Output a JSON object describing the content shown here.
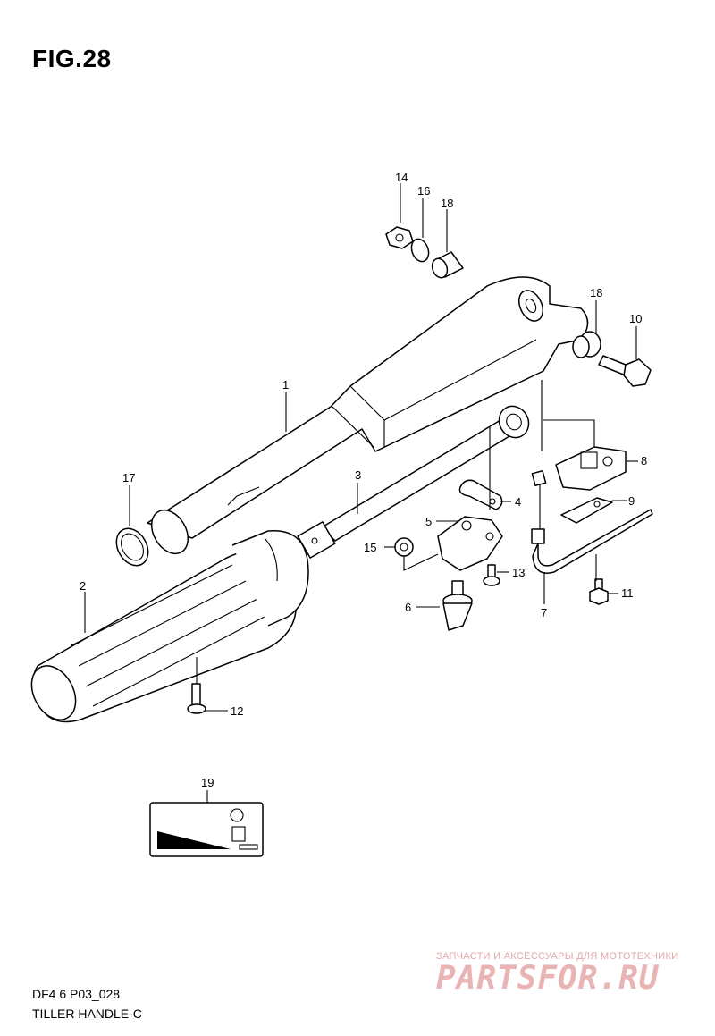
{
  "figure": {
    "title": "FIG.28",
    "code": "DF4 6 P03_028",
    "name": "TILLER HANDLE-C"
  },
  "callouts": [
    {
      "key": "c1",
      "label": "1"
    },
    {
      "key": "c2",
      "label": "2"
    },
    {
      "key": "c3",
      "label": "3"
    },
    {
      "key": "c4",
      "label": "4"
    },
    {
      "key": "c5",
      "label": "5"
    },
    {
      "key": "c6",
      "label": "6"
    },
    {
      "key": "c7",
      "label": "7"
    },
    {
      "key": "c8",
      "label": "8"
    },
    {
      "key": "c9",
      "label": "9"
    },
    {
      "key": "c10",
      "label": "10"
    },
    {
      "key": "c11",
      "label": "11"
    },
    {
      "key": "c12",
      "label": "12"
    },
    {
      "key": "c13",
      "label": "13"
    },
    {
      "key": "c14",
      "label": "14"
    },
    {
      "key": "c15",
      "label": "15"
    },
    {
      "key": "c16",
      "label": "16"
    },
    {
      "key": "c17",
      "label": "17"
    },
    {
      "key": "c18a",
      "label": "18"
    },
    {
      "key": "c18b",
      "label": "18"
    },
    {
      "key": "c19",
      "label": "19"
    }
  ],
  "watermark": {
    "tagline": "ЗАПЧАСТИ И АКСЕССУАРЫ ДЛЯ МОТОТЕХНИКИ",
    "brand": "PARTSFOR.RU",
    "color": "#e9b4b4"
  }
}
